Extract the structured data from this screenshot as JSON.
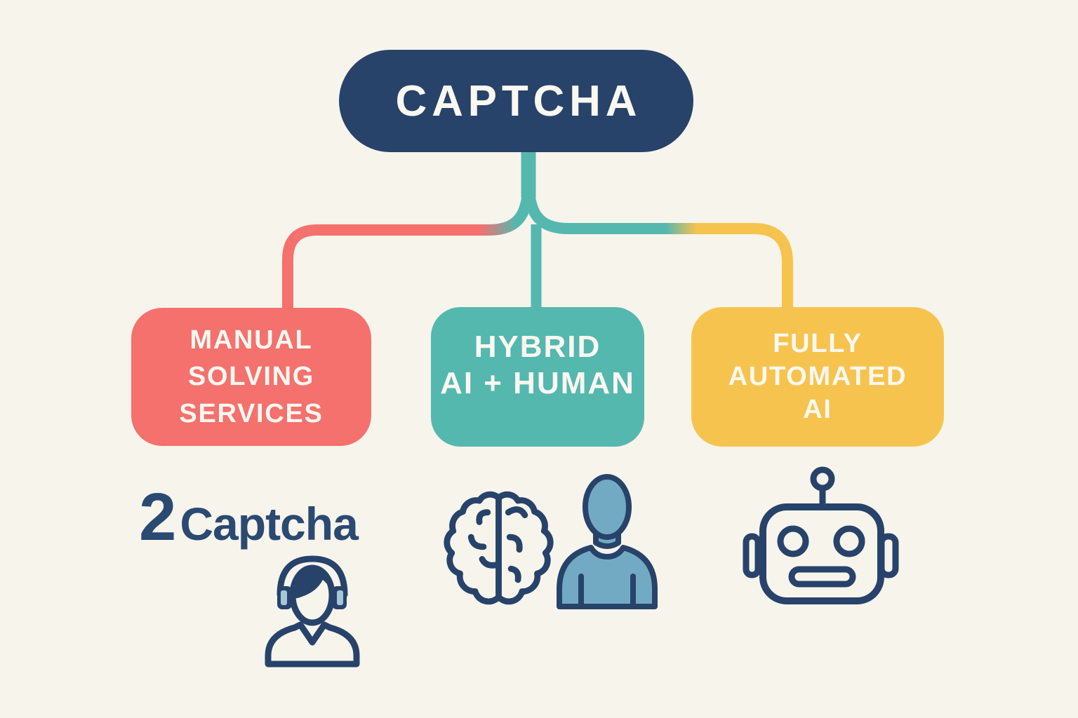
{
  "colors": {
    "background": "#f7f4ec",
    "navy": "#27436a",
    "logo-navy": "#2b4a72",
    "coral": "#f4716d",
    "teal": "#54b8af",
    "yellow": "#f6c44e",
    "steel": "#72aac3",
    "steel-light": "#a5c8d8",
    "text-light": "#fbf8f1"
  },
  "diagram": {
    "root": {
      "label": "CAPTCHA"
    },
    "branches": [
      {
        "id": "manual-solving-services",
        "label": "MANUAL\nSOLVING\nSERVICES",
        "color": "#f4716d",
        "annotation": {
          "logo_prefix": "2",
          "logo_name": "Captcha",
          "icon": "support-agent-headset-icon"
        }
      },
      {
        "id": "hybrid-ai-human",
        "label": "HYBRID\nAI + HUMAN",
        "color": "#54b8af",
        "annotation": {
          "icons": [
            "brain-icon",
            "human-icon"
          ]
        }
      },
      {
        "id": "fully-automated-ai",
        "label": "FULLY\nAUTOMATED\nAI",
        "color": "#f6c44e",
        "annotation": {
          "icon": "robot-icon"
        }
      }
    ]
  }
}
